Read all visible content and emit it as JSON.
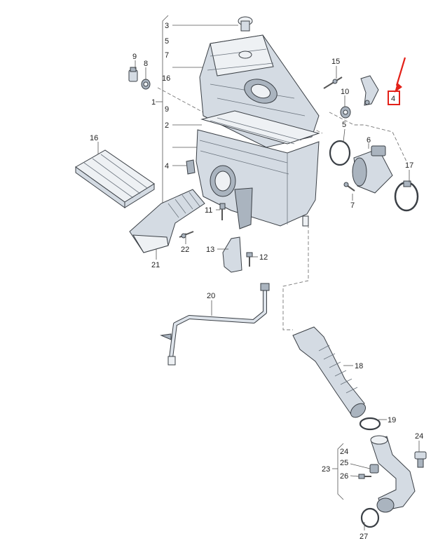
{
  "labels": {
    "l3": "3",
    "l5a": "5",
    "l7a": "7",
    "l16a": "16",
    "l1": "1",
    "l9a": "9",
    "l2": "2",
    "l4a": "4",
    "l9b": "9",
    "l8": "8",
    "l16b": "16",
    "l15": "15",
    "l10": "10",
    "l5b": "5",
    "l6": "6",
    "l7b": "7",
    "l17": "17",
    "l4b": "4",
    "l11": "11",
    "l22": "22",
    "l21": "21",
    "l13": "13",
    "l12": "12",
    "l20": "20",
    "l18": "18",
    "l19": "19",
    "l24a": "24",
    "l24b": "24",
    "l25": "25",
    "l23": "23",
    "l26": "26",
    "l27": "27"
  },
  "highlight": {
    "label": "4",
    "color": "#e32119"
  }
}
